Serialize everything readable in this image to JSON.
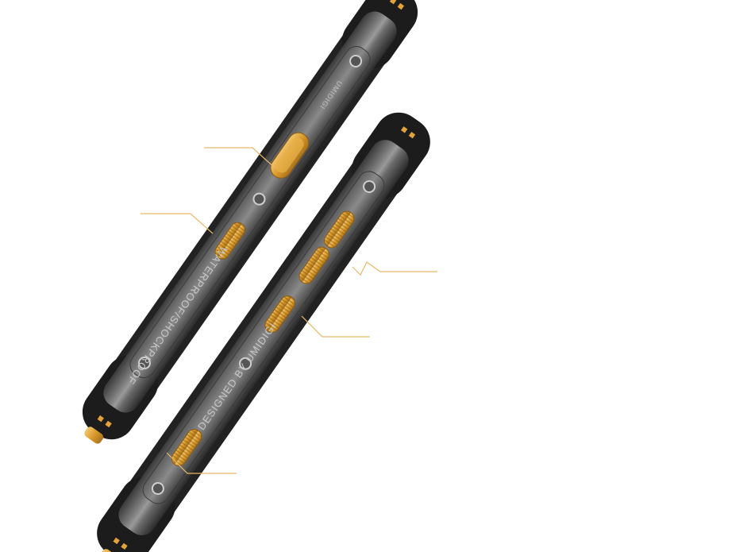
{
  "phone_a": {
    "engraving_main": "WATERPROOF/SHOCKPROOF",
    "engraving_logo": "UMIDIGI"
  },
  "phone_b": {
    "engraving_main": "DESIGNED BY UMIDIGI"
  },
  "colors": {
    "accent": "#e3a23a",
    "frame_dark": "#262626",
    "frame_mid": "#5b5b5b",
    "callout_line": "#e8b869"
  }
}
